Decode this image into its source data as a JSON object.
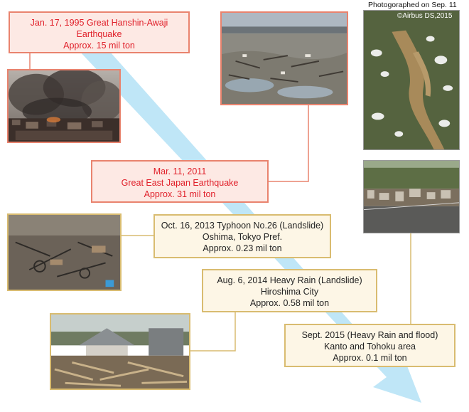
{
  "events": [
    {
      "id": "hanshin",
      "lines": [
        "Jan. 17, 1995 Great Hanshin-Awaji",
        "Earthquake",
        "Approx. 15 mil ton"
      ],
      "style": "red"
    },
    {
      "id": "east-japan",
      "lines": [
        "Mar. 11, 2011",
        "Great East Japan Earthquake",
        "Approx. 31 mil ton"
      ],
      "style": "red"
    },
    {
      "id": "oshima",
      "lines": [
        "Oct. 16, 2013 Typhoon No.26 (Landslide)",
        "Oshima, Tokyo Pref.",
        "Approx. 0.23 mil ton"
      ],
      "style": "beige"
    },
    {
      "id": "hiroshima",
      "lines": [
        "Aug. 6, 2014 Heavy Rain (Landslide)",
        "Hiroshima City",
        "Approx. 0.58 mil ton"
      ],
      "style": "beige"
    },
    {
      "id": "kanto-tohoku",
      "lines": [
        "Sept. 2015  (Heavy Rain and flood)",
        "Kanto and Tohoku area",
        "Approx. 0.1 mil ton"
      ],
      "style": "beige"
    }
  ],
  "satellite": {
    "caption": "Photogoraphed on Sep. 11",
    "credit": "©Airbus DS,2015"
  },
  "colors": {
    "arrow": "#bfe6f7",
    "red_border": "#e9836e",
    "red_fill": "#fde9e4",
    "red_text": "#e0202a",
    "beige_border": "#d9bc70",
    "beige_fill": "#fdf6e6"
  }
}
